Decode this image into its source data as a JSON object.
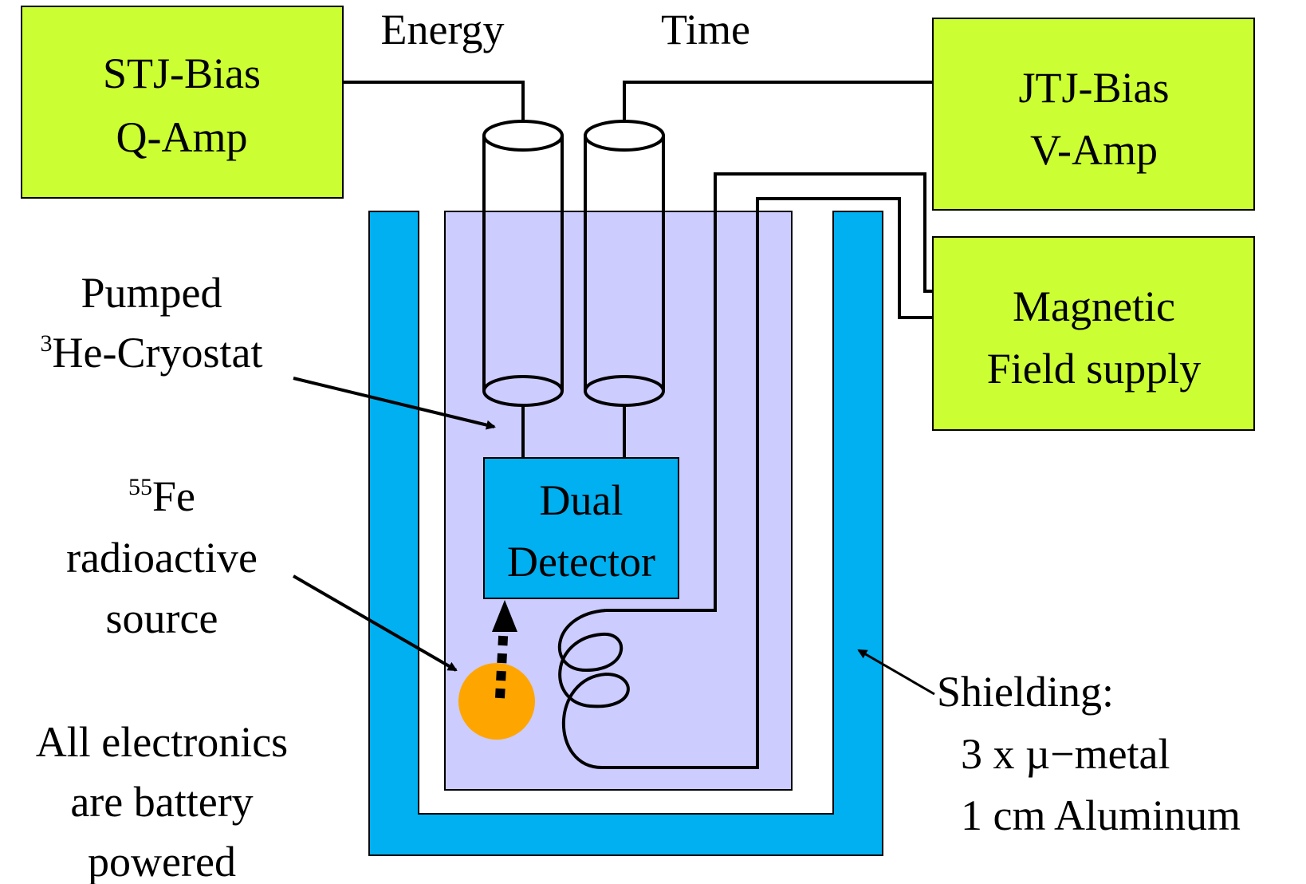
{
  "colors": {
    "box_fill": "#ccff33",
    "shield_fill": "#00b0f0",
    "cryostat_fill": "#ccccff",
    "detector_fill": "#00b0f0",
    "source_fill": "#ffa500",
    "line": "#000000"
  },
  "boxes": {
    "stj": {
      "line1": "STJ-Bias",
      "line2": "Q-Amp"
    },
    "jtj": {
      "line1": "JTJ-Bias",
      "line2": "V-Amp"
    },
    "magnetic": {
      "line1": "Magnetic",
      "line2": "Field supply"
    }
  },
  "signals": {
    "energy": "Energy",
    "time": "Time"
  },
  "detector": {
    "line1": "Dual",
    "line2": "Detector"
  },
  "labels": {
    "cryostat": {
      "line1": "Pumped",
      "sup": "3",
      "line2": "He-Cryostat"
    },
    "source": {
      "sup": "55",
      "line1": "Fe",
      "line2": "radioactive",
      "line3": "source"
    },
    "electronics": {
      "line1": "All electronics",
      "line2": "are battery",
      "line3": "powered"
    },
    "shielding": {
      "line1": "Shielding:",
      "line2": "3 x µ−metal",
      "line3": "1 cm Aluminum"
    }
  }
}
